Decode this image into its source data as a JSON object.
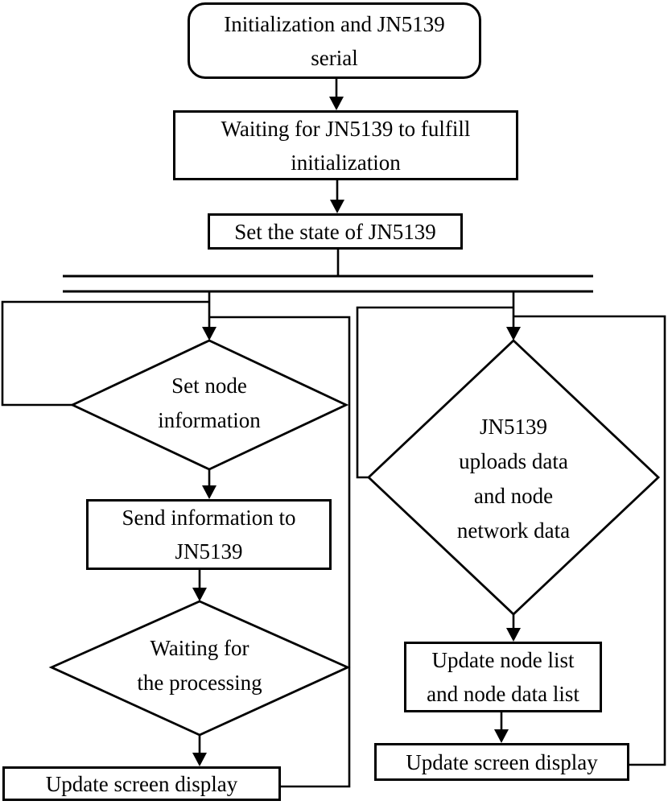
{
  "diagram": {
    "colors": {
      "line": "#000000",
      "background": "#ffffff"
    },
    "nodes": {
      "init": {
        "label": "Initialization and JN5139\nserial"
      },
      "wait_init": {
        "label": "Waiting for JN5139 to fulfill\ninitialization"
      },
      "set_state": {
        "label": "Set the state of JN5139"
      },
      "set_node_info": {
        "label": "Set node\ninformation"
      },
      "send_info": {
        "label": "Send information to\nJN5139"
      },
      "wait_processing": {
        "label": "Waiting for\nthe processing"
      },
      "update_screen_left": {
        "label": "Update screen display"
      },
      "uploads_data": {
        "label": "JN5139\nuploads data\nand node\nnetwork data"
      },
      "update_node_list": {
        "label": "Update node list\nand node data list"
      },
      "update_screen_right": {
        "label": "Update screen display"
      }
    }
  }
}
